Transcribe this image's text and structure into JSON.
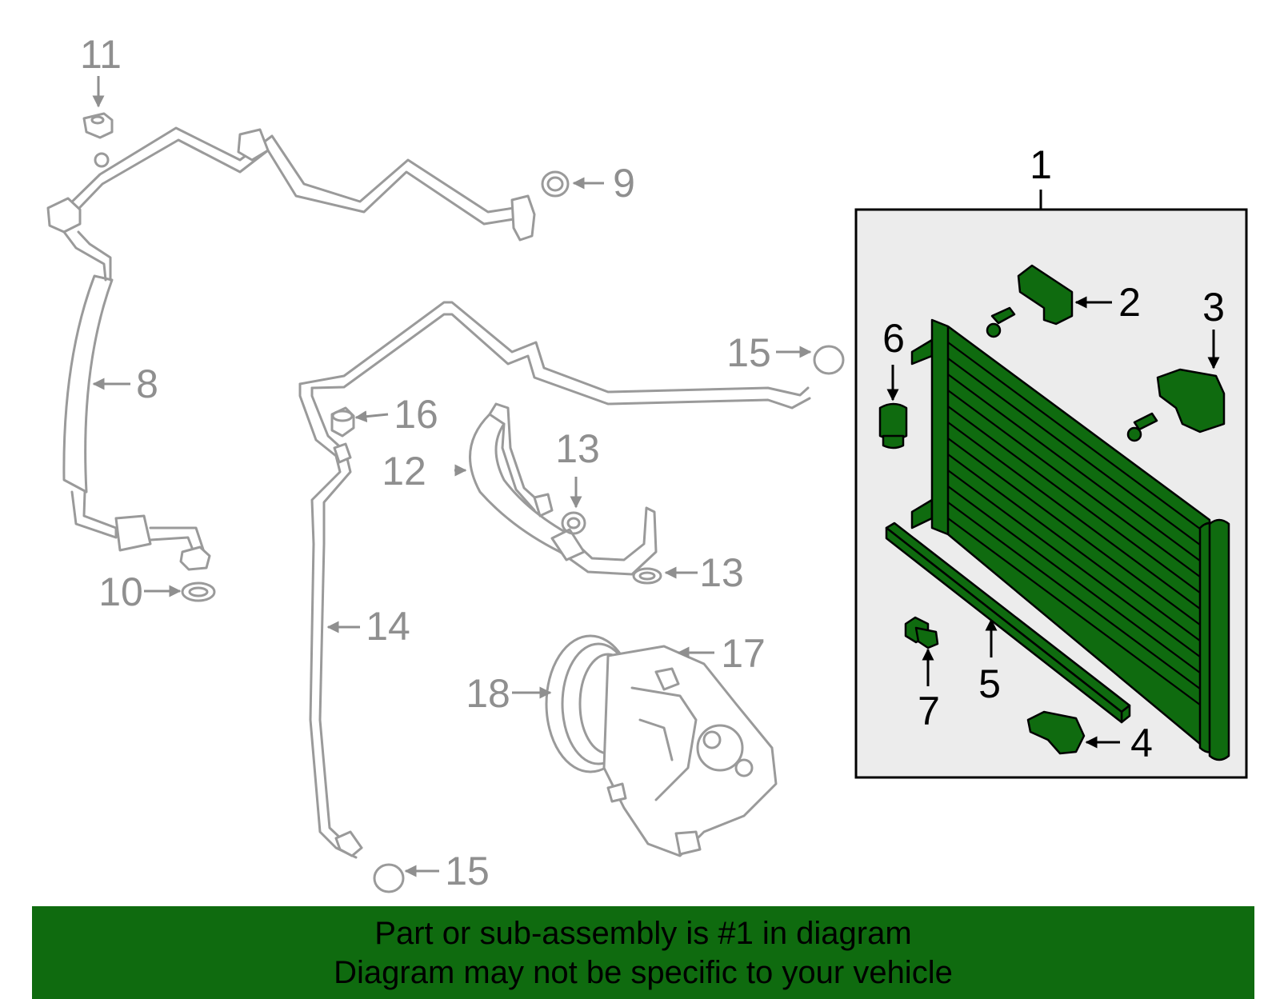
{
  "callouts": {
    "c1": "1",
    "c2": "2",
    "c3": "3",
    "c4": "4",
    "c5": "5",
    "c6": "6",
    "c7": "7",
    "c8": "8",
    "c9": "9",
    "c10": "10",
    "c11": "11",
    "c12": "12",
    "c13a": "13",
    "c13b": "13",
    "c14": "14",
    "c15a": "15",
    "c15b": "15",
    "c16": "16",
    "c17": "17",
    "c18": "18"
  },
  "footer": {
    "line1": "Part or sub-assembly is #1 in diagram",
    "line2": "Diagram may not be specific to your vehicle"
  },
  "colors": {
    "highlight_part": "#0f6b0f",
    "footer_background": "#0f6b0f",
    "assembly_box_fill": "#ececec",
    "ghost_parts": "#9a9a9a"
  }
}
